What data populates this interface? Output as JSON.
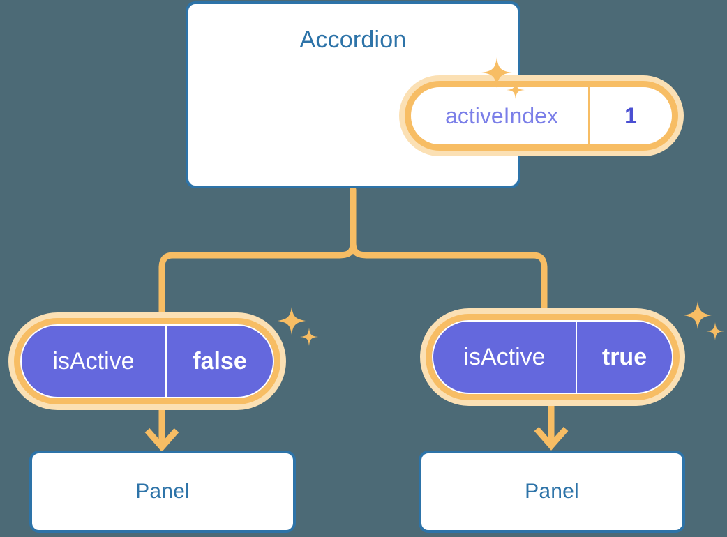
{
  "theme": {
    "background": "#4c6a76",
    "card_border": "#2d73a8",
    "card_fill": "#ffffff",
    "title_text": "#2d73a8",
    "accent_orange": "#f7bd64",
    "accent_orange_halo": "#fbe0b4",
    "state_purple": "#6468dd",
    "state_purple_text_light": "#7b7fe8",
    "state_purple_text_bold": "#4a4fd2",
    "state_text_on_purple": "#ffffff"
  },
  "diagram": {
    "type": "component-state-tree",
    "root": {
      "name": "accordion-card",
      "title": "Accordion",
      "state": {
        "key": "activeIndex",
        "value": "1",
        "style": "white-pill",
        "sparkle": true
      }
    },
    "branches": [
      {
        "name": "branch-left",
        "state": {
          "key": "isActive",
          "value": "false",
          "style": "purple-pill",
          "sparkle": true
        },
        "child": {
          "name": "panel-left",
          "title": "Panel"
        }
      },
      {
        "name": "branch-right",
        "state": {
          "key": "isActive",
          "value": "true",
          "style": "purple-pill",
          "sparkle": true
        },
        "child": {
          "name": "panel-right",
          "title": "Panel"
        }
      }
    ]
  },
  "icons": {
    "sparkle_large": "four-point-star-icon",
    "sparkle_small": "four-point-star-small-icon",
    "arrow_down": "arrow-down-icon"
  }
}
